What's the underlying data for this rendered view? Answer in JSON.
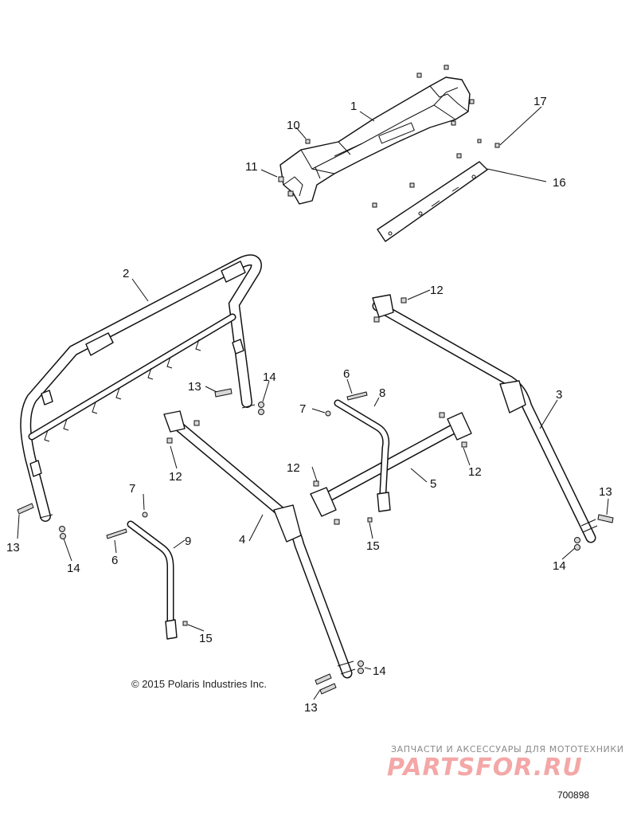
{
  "copyright": "© 2015 Polaris Industries Inc.",
  "watermark": {
    "tagline": "ЗАПЧАСТИ И АКСЕССУАРЫ ДЛЯ МОТОТЕХНИКИ",
    "logo": "PARTSFOR.RU"
  },
  "drawing_number": "700898",
  "callouts": {
    "c1": "1",
    "c2": "2",
    "c3": "3",
    "c4": "4",
    "c5": "5",
    "c6a": "6",
    "c6b": "6",
    "c7a": "7",
    "c7b": "7",
    "c8": "8",
    "c9": "9",
    "c10": "10",
    "c11": "11",
    "c12a": "12",
    "c12b": "12",
    "c12c": "12",
    "c13a": "13",
    "c13b": "13",
    "c13c": "13",
    "c13d": "13",
    "c14a": "14",
    "c14b": "14",
    "c14c": "14",
    "c14d": "14",
    "c15a": "15",
    "c15b": "15",
    "c16": "16",
    "c17": "17"
  },
  "colors": {
    "line": "#111111",
    "watermark_logo": "#f4a7a7",
    "watermark_text": "#8a8a8a"
  }
}
